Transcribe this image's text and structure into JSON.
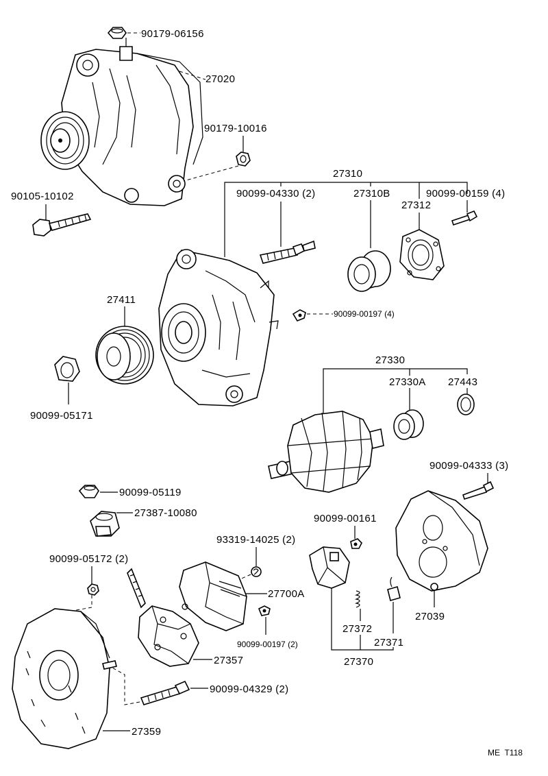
{
  "labels": {
    "nut_top": "90179-06156",
    "alternator_assy": "27020",
    "nut_terminal": "90179-10016",
    "bolt_mount": "90105-10102",
    "frame_drive_end": "27310",
    "stud_drive": "90099-04330 (2)",
    "bearing_drive": "27310B",
    "retainer_plate": "27312",
    "screw_retainer": "90099-00159 (4)",
    "screw_small": "90099-00197 (4)",
    "pulley": "27411",
    "pulley_nut": "90099-05171",
    "rotor_assy": "27330",
    "bearing_rotor": "27330A",
    "cover_bearing": "27443",
    "screw_cover": "90099-04333 (3)",
    "nut_b": "90099-05119",
    "insulator": "27387-10080",
    "screw_brush": "90099-00161",
    "nut_rear": "90099-05172 (2)",
    "screw_9331": "93319-14025 (2)",
    "regulator": "27700A",
    "screw_reg": "90099-00197 (2)",
    "spring": "27372",
    "brush_spring": "27371",
    "brush_set": "27370",
    "end_cover": "27039",
    "rectifier": "27357",
    "bolt_through": "90099-04329 (2)",
    "rear_frame": "27359",
    "footer_code": "ME  T118"
  }
}
